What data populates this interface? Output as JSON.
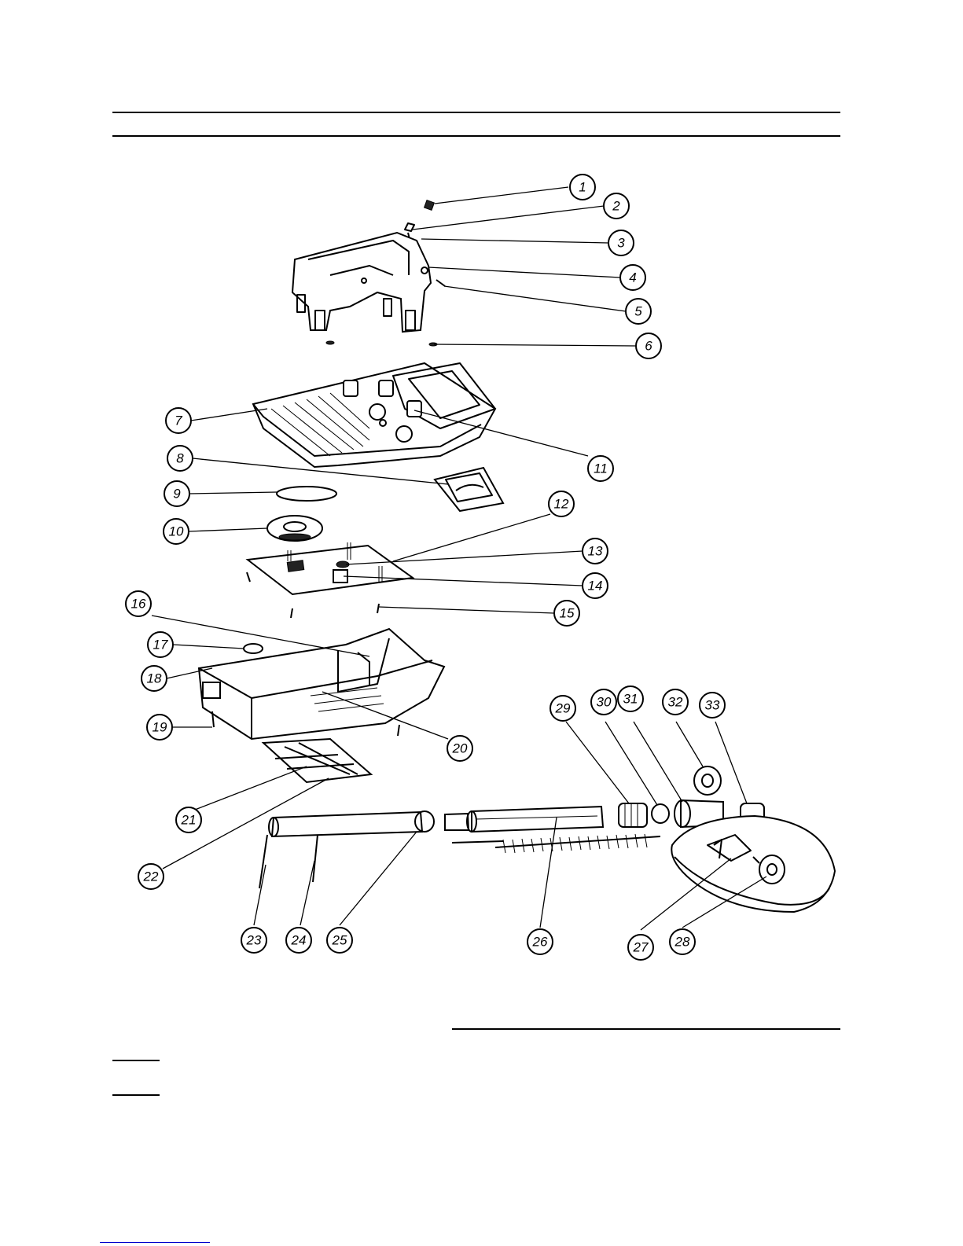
{
  "callouts": [
    "1",
    "2",
    "3",
    "4",
    "5",
    "6",
    "7",
    "8",
    "9",
    "10",
    "11",
    "12",
    "13",
    "14",
    "15",
    "16",
    "17",
    "18",
    "19",
    "20",
    "21",
    "22",
    "23",
    "24",
    "25",
    "26",
    "27",
    "28",
    "29",
    "30",
    "31",
    "32",
    "33"
  ],
  "colors": {
    "ink": "#000000",
    "paper": "#ffffff"
  }
}
